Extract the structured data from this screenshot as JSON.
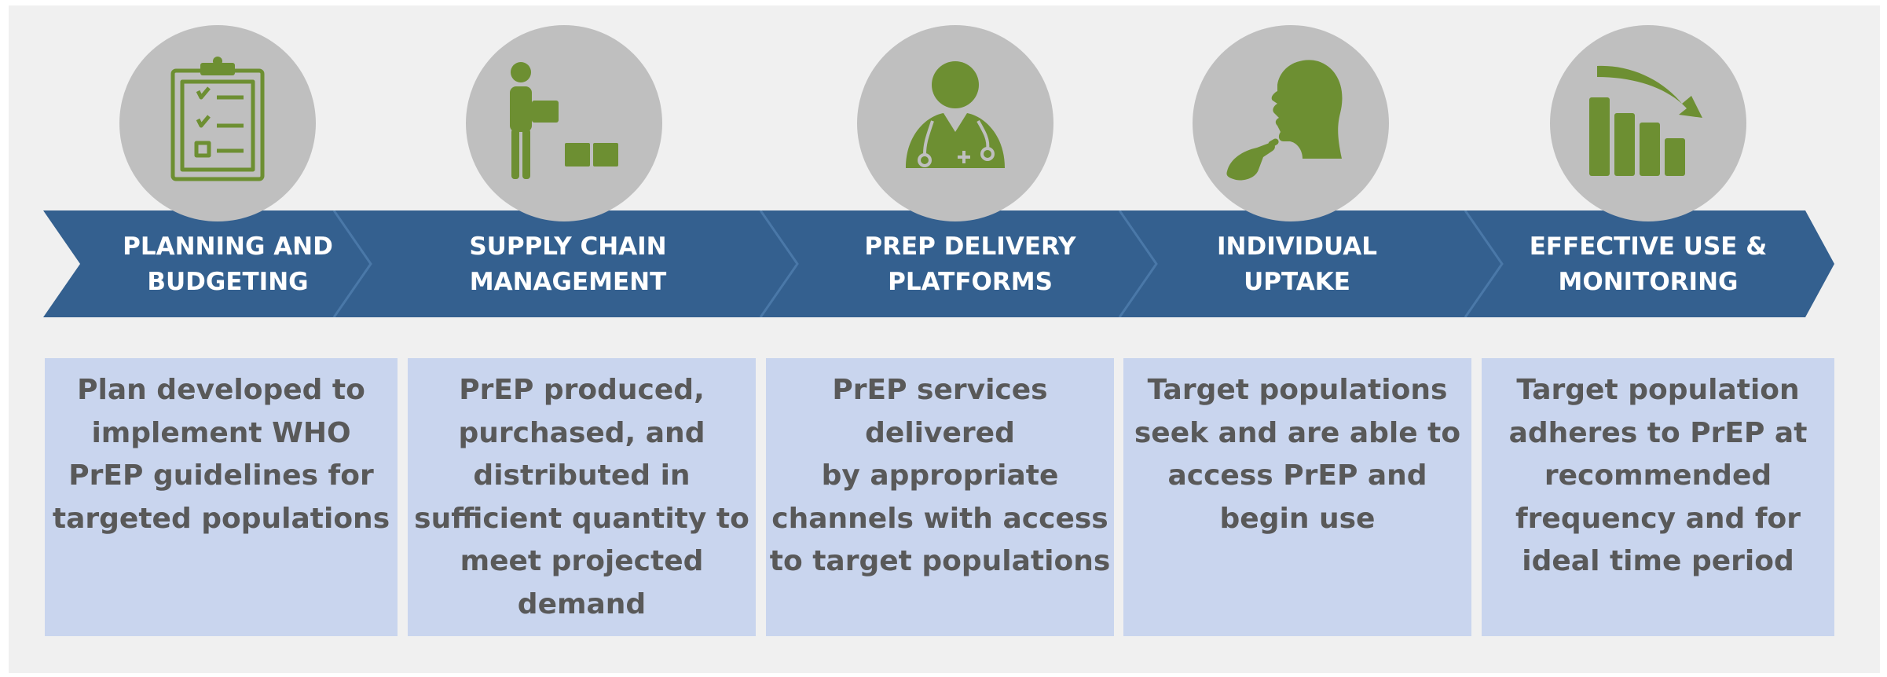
{
  "colors": {
    "background": "#f0f0f0",
    "band": "#34608f",
    "band_divider": "#4a78a8",
    "circle": "#bfbfbf",
    "icon": "#6d8f32",
    "box": "#c9d5ee",
    "box_text": "#595959",
    "title_text": "#ffffff"
  },
  "stages": [
    {
      "title": "PLANNING AND\nBUDGETING",
      "icon": "clipboard-checklist-icon",
      "description": "Plan developed to\nimplement WHO\nPrEP guidelines for\ntargeted populations"
    },
    {
      "title": "SUPPLY CHAIN\nMANAGEMENT",
      "icon": "person-carrying-boxes-icon",
      "description": "PrEP produced,\npurchased, and\ndistributed in\nsufficient quantity to\nmeet projected\ndemand"
    },
    {
      "title": "PREP DELIVERY\nPLATFORMS",
      "icon": "doctor-icon",
      "description": "PrEP services\ndelivered\nby appropriate\nchannels with access\nto target populations"
    },
    {
      "title": "INDIVIDUAL\nUPTAKE",
      "icon": "person-taking-pill-icon",
      "description": "Target populations\nseek and are able to\naccess PrEP and\nbegin use"
    },
    {
      "title": "EFFECTIVE USE &\nMONITORING",
      "icon": "declining-bar-chart-icon",
      "description": "Target population\nadheres to PrEP at\nrecommended\nfrequency and for\nideal time period"
    }
  ]
}
